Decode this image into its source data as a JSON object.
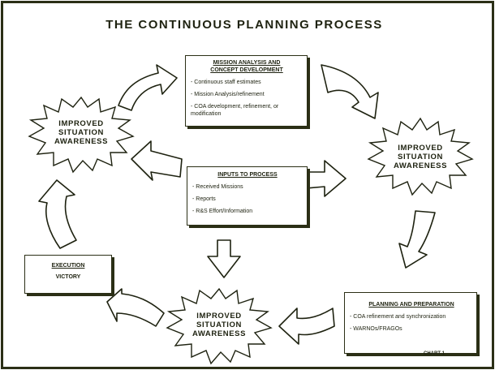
{
  "title": "THE CONTINUOUS PLANNING PROCESS",
  "mission_box": {
    "heading_line1": "MISSION ANALYSIS AND",
    "heading_line2": "CONCEPT DEVELOPMENT",
    "items": [
      "- Continuous staff estimates",
      "- Mission Analysis/refinement",
      "- COA development, refinement, or modification"
    ]
  },
  "inputs_box": {
    "heading": "INPUTS TO PROCESS",
    "items": [
      "- Received Missions",
      "- Reports",
      "- R&S Effort/Information"
    ]
  },
  "execution_box": {
    "heading": "EXECUTION",
    "sub": "VICTORY"
  },
  "planning_box": {
    "heading": "PLANNING AND PREPARATION",
    "items": [
      "- COA refinement and synchronization",
      "- WARNOs/FRAGOs"
    ]
  },
  "bursts": {
    "left": {
      "line1": "IMPROVED",
      "line2": "SITUATION",
      "line3": "AWARENESS"
    },
    "right": {
      "line1": "IMPROVED",
      "line2": "SITUATION",
      "line3": "AWARENESS"
    },
    "bottom": {
      "line1": "IMPROVED",
      "line2": "SITUATION",
      "line3": "AWARENESS"
    }
  },
  "chart_label": "CHART 1",
  "colors": {
    "ink": "#1e2210",
    "border": "#2b2f16",
    "background": "#ffffff"
  }
}
